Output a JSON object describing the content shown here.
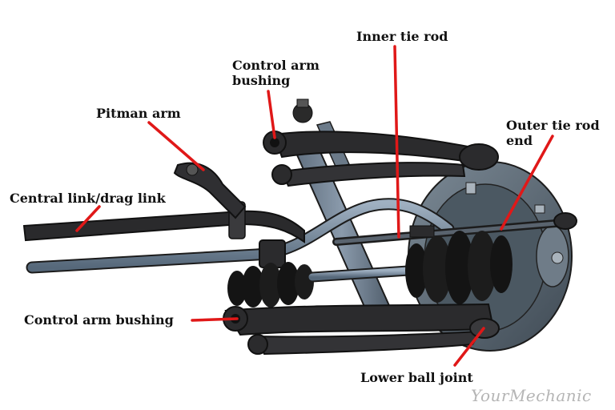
{
  "labels": {
    "inner_tie_rod": "Inner tie rod",
    "control_arm_bushing_upper": "Control arm\nbushing",
    "pitman_arm": "Pitman arm",
    "outer_tie_rod_end": "Outer tie rod\nend",
    "central_link": "Central link/drag link",
    "control_arm_bushing_lower": "Control arm bushing",
    "lower_ball_joint": "Lower ball joint"
  },
  "watermark": "YourMechanic",
  "colors": {
    "leader": "#e01818",
    "metal_dark": "#2b2b2d",
    "metal_mid": "#4a4f57",
    "steel_blue": "#6d7f92",
    "rotor": "#57646f",
    "boot": "#141414"
  }
}
